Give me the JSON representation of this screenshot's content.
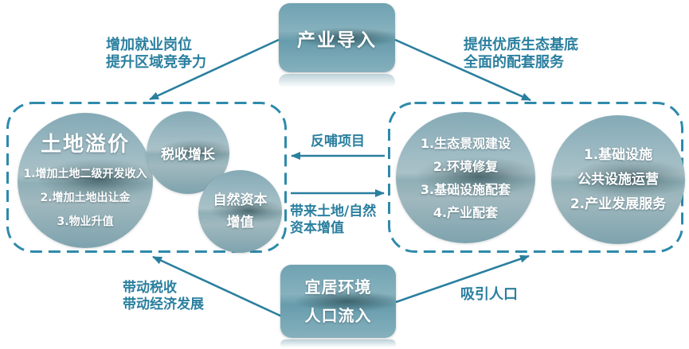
{
  "colors": {
    "accent": "#2a7f9f",
    "dash_border": "#2e8aab",
    "node_text": "#ffffff"
  },
  "nodes": {
    "industry": {
      "label": "产业导入"
    },
    "livable": {
      "line1": "宜居环境",
      "line2": "人口流入"
    },
    "land_premium": {
      "title": "土地溢价",
      "items": [
        "1.增加土地二级开发收入",
        "2.增加土地出让金",
        "3.物业升值"
      ]
    },
    "tax_growth": {
      "label": "税收增长"
    },
    "natural_capital": {
      "line1": "自然资本",
      "line2": "增值"
    },
    "eco_build": {
      "items": [
        "1.生态景观建设",
        "2.环境修复",
        "3.基础设施配套",
        "4.产业配套"
      ]
    },
    "ops_service": {
      "items": [
        "1.基础设施",
        "公共设施运营",
        "2.产业发展服务"
      ]
    }
  },
  "edge_labels": {
    "top_left": {
      "line1": "增加就业岗位",
      "line2": "提升区域竞争力"
    },
    "top_right": {
      "line1": "提供优质生态基底",
      "line2": "全面的配套服务"
    },
    "mid_left": {
      "label": "反哺项目"
    },
    "mid_right": {
      "line1": "带来土地/自然",
      "line2": "资本增值"
    },
    "bottom_left": {
      "line1": "带动税收",
      "line2": "带动经济发展"
    },
    "bottom_right": {
      "label": "吸引人口"
    }
  }
}
